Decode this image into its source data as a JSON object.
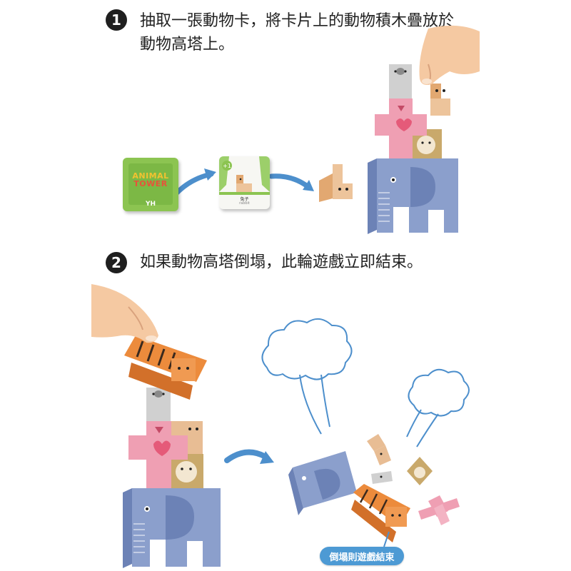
{
  "steps": [
    {
      "number": "1",
      "text": "抽取一張動物卡，將卡片上的動物積木疊放於動物高塔上。"
    },
    {
      "number": "2",
      "text": "如果動物高塔倒塌，此輪遊戲立即結束。"
    }
  ],
  "box_card": {
    "logo_line1": "ANIMAL",
    "logo_line2": "TOWER",
    "brand": "YH"
  },
  "animal_card": {
    "badge": "+1",
    "label": "兔子",
    "sub": "rabbit"
  },
  "result_label": "倒塌則遊戲結束",
  "colors": {
    "elephant": "#8b9fcc",
    "elephant_dark": "#6c82b6",
    "pink": "#ef9fb3",
    "tan": "#e8bd94",
    "tiger": "#ec8b3c",
    "koala": "#cfcfcf",
    "hedgehog": "#c9a96b",
    "arrow": "#4d8fcc",
    "skin": "#f5c9a2"
  }
}
